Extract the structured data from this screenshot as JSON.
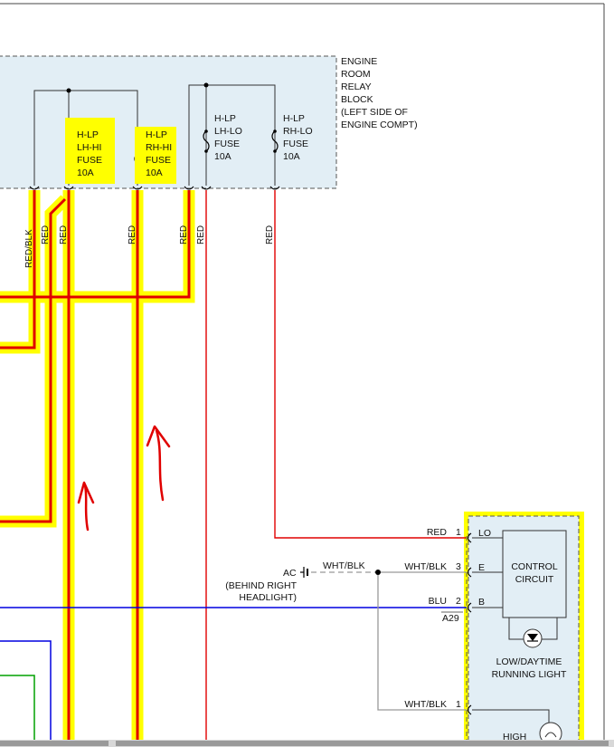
{
  "relay_block": {
    "title_lines": [
      "ENGINE",
      "ROOM",
      "RELAY",
      "BLOCK",
      "(LEFT SIDE OF",
      "ENGINE COMPT)"
    ],
    "fuses": [
      {
        "lines": [
          "H-LP",
          "LH-HI",
          "FUSE",
          "10A"
        ],
        "highlighted": true
      },
      {
        "lines": [
          "H-LP",
          "RH-HI",
          "FUSE",
          "10A"
        ],
        "highlighted": true
      },
      {
        "lines": [
          "H-LP",
          "LH-LO",
          "FUSE",
          "10A"
        ],
        "highlighted": false
      },
      {
        "lines": [
          "H-LP",
          "RH-LO",
          "FUSE",
          "10A"
        ],
        "highlighted": false
      }
    ]
  },
  "wire_labels": {
    "w1": "RED/BLK",
    "w2": "RED",
    "w3": "RED",
    "w4": "RED",
    "w5": "RED",
    "w6": "RED",
    "w7": "RED"
  },
  "module": {
    "control_circuit": [
      "CONTROL",
      "CIRCUIT"
    ],
    "name_lines": [
      "LOW/DAYTIME",
      "RUNNING LIGHT"
    ],
    "connector_id": "A29",
    "high_label": "HIGH",
    "pins": [
      {
        "wire": "RED",
        "num": "1",
        "pin": "LO"
      },
      {
        "wire": "WHT/BLK",
        "num": "3",
        "pin": "E"
      },
      {
        "wire": "BLU",
        "num": "2",
        "pin": "B"
      },
      {
        "wire": "WHT/BLK",
        "num": "1",
        "pin": ""
      }
    ]
  },
  "ground": {
    "label": "AC",
    "wire": "WHT/BLK",
    "note_lines": [
      "(BEHIND RIGHT",
      "HEADLIGHT)"
    ]
  },
  "colors": {
    "highlight": "#ffff00",
    "red_wire": "#e00000",
    "blue_wire": "#0000e0",
    "green_wire": "#00a000",
    "gray_wire": "#999999",
    "box_fill": "#e2eef5"
  }
}
